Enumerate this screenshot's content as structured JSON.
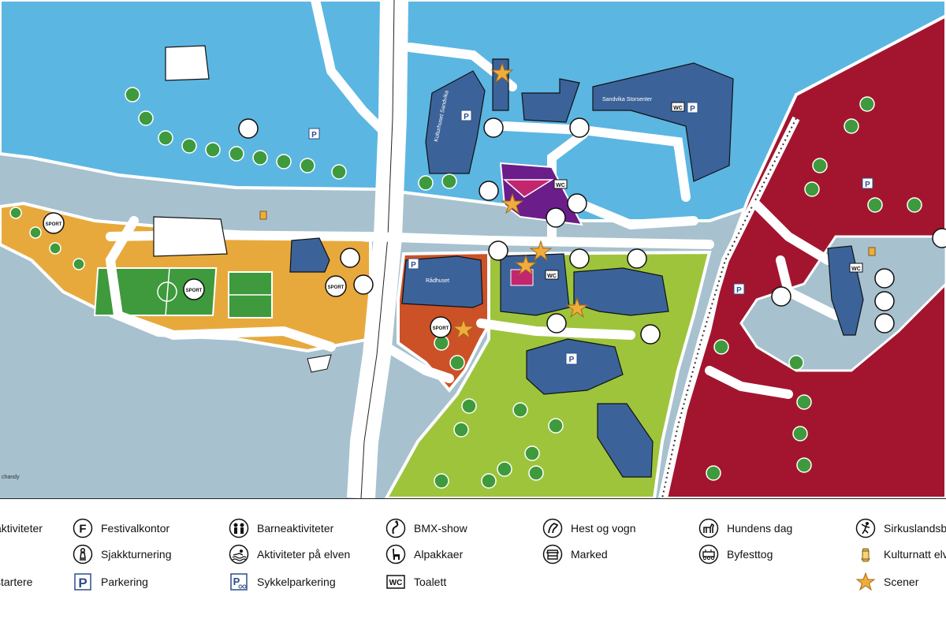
{
  "map": {
    "credit_text": "chandy",
    "building_labels": {
      "storsenter": "Sandvika Storsenter",
      "radhuset": "Rådhuset",
      "kulturhuset": "Kulturhuset Sandvika"
    },
    "marker_texts": {
      "sport": "SPORT",
      "wc": "WC",
      "parking": "P"
    },
    "colors": {
      "water": "#5cb6e2",
      "river": "#a7c1cf",
      "orange_zone": "#e8a93c",
      "rust_zone": "#cc5127",
      "green_zone": "#9ec43c",
      "red_zone": "#a3152f",
      "field": "#3e9a3c",
      "building": "#3b639a",
      "purple_zone": "#6b1d8a",
      "magenta": "#c2266e",
      "star": "#f0ad3c",
      "road": "#ffffff"
    }
  },
  "legend": {
    "items": [
      {
        "id": "aktiviteter",
        "label": "aktiviteter",
        "icon": "activities-icon"
      },
      {
        "id": "festivalkontor",
        "label": "Festivalkontor",
        "icon": "festival-office-icon"
      },
      {
        "id": "barneaktiviteter",
        "label": "Barneaktiviteter",
        "icon": "children-icon"
      },
      {
        "id": "bmx",
        "label": "BMX-show",
        "icon": "bmx-icon"
      },
      {
        "id": "hest",
        "label": "Hest og vogn",
        "icon": "horse-icon"
      },
      {
        "id": "hundens",
        "label": "Hundens dag",
        "icon": "dog-icon"
      },
      {
        "id": "sirkus",
        "label": "Sirkuslandsb",
        "icon": "circus-icon"
      },
      {
        "id": "sjakk",
        "label": "Sjakkturnering",
        "icon": "chess-icon"
      },
      {
        "id": "elven",
        "label": "Aktiviteter på elven",
        "icon": "swimmer-icon"
      },
      {
        "id": "alpakka",
        "label": "Alpakkaer",
        "icon": "alpaca-icon"
      },
      {
        "id": "marked",
        "label": "Marked",
        "icon": "market-icon"
      },
      {
        "id": "byfesttog",
        "label": "Byfesttog",
        "icon": "parade-icon"
      },
      {
        "id": "kulturnatt",
        "label": "Kulturnatt elv",
        "icon": "lantern-icon"
      },
      {
        "id": "startere",
        "label": "startere",
        "icon": "start-icon"
      },
      {
        "id": "parkering",
        "label": "Parkering",
        "icon": "parking-icon"
      },
      {
        "id": "sykkel",
        "label": "Sykkelparkering",
        "icon": "bike-parking-icon"
      },
      {
        "id": "toalett",
        "label": "Toalett",
        "icon": "toilet-icon"
      },
      {
        "id": "scener",
        "label": "Scener",
        "icon": "star-icon"
      }
    ]
  }
}
